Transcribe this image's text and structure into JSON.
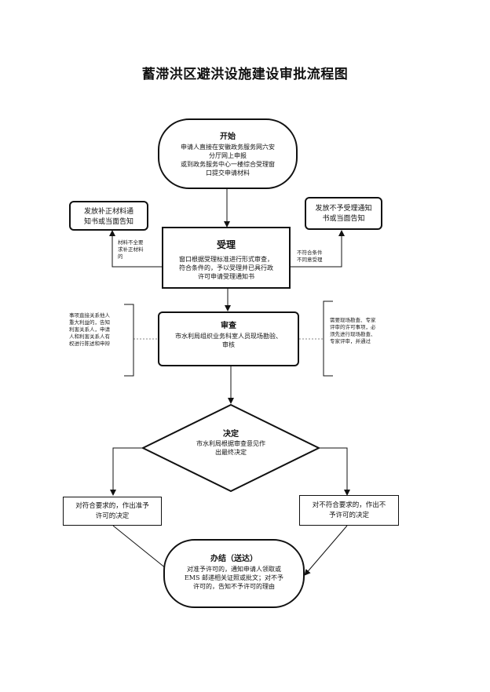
{
  "title": "蓄滞洪区避洪设施建设审批流程图",
  "start": {
    "heading": "开始",
    "lines": [
      "申请人直接在安徽政务服务网六安",
      "分厅网上申报",
      "或到政务服务中心一楼综合受理窗",
      "口提交申请材料"
    ]
  },
  "supplement_notice": {
    "lines": [
      "发放补正材料通",
      "知书或当面告知"
    ]
  },
  "reject_notice": {
    "lines": [
      "发放不予受理通知",
      "书或当面告知"
    ]
  },
  "supplement_condition": {
    "lines": [
      "材料不全要",
      "求补正材料",
      "的"
    ]
  },
  "reject_condition": {
    "lines": [
      "不符合条件",
      "不同意受理"
    ]
  },
  "accept": {
    "heading": "受理",
    "lines": [
      "窗口根据受理标准进行形式审查，",
      "符合条件的，予以受理并已具行政",
      "许可申请受理通知书"
    ]
  },
  "review": {
    "heading": "审查",
    "lines": [
      "市水利局组织业务科室人员现场勘验、",
      "审核"
    ]
  },
  "left_note": {
    "lines": [
      "事项直接关系他人",
      "重大利益的，告知",
      "利害关系人，申请",
      "人和利害关系人有",
      "权进行陈述和申辩"
    ]
  },
  "right_note": {
    "lines": [
      "需要现场勘查、专家",
      "评审的许可事项，必",
      "须先进行现场勘查、",
      "专家评审，并通过"
    ]
  },
  "decision": {
    "heading": "决定",
    "lines": [
      "市水利局根据审查意见作",
      "出最终决定"
    ]
  },
  "approve": {
    "lines": [
      "对符合要求的，作出准予",
      "许可的决定"
    ]
  },
  "deny": {
    "lines": [
      "对不符合要求的，作出不",
      "予许可的决定"
    ]
  },
  "finish": {
    "heading": "办结（送达）",
    "lines": [
      "对准予许可的，通知申请人领取或",
      "EMS 邮递相关证照或批文；对不予",
      "许可的，告知不予许可的理由"
    ]
  }
}
